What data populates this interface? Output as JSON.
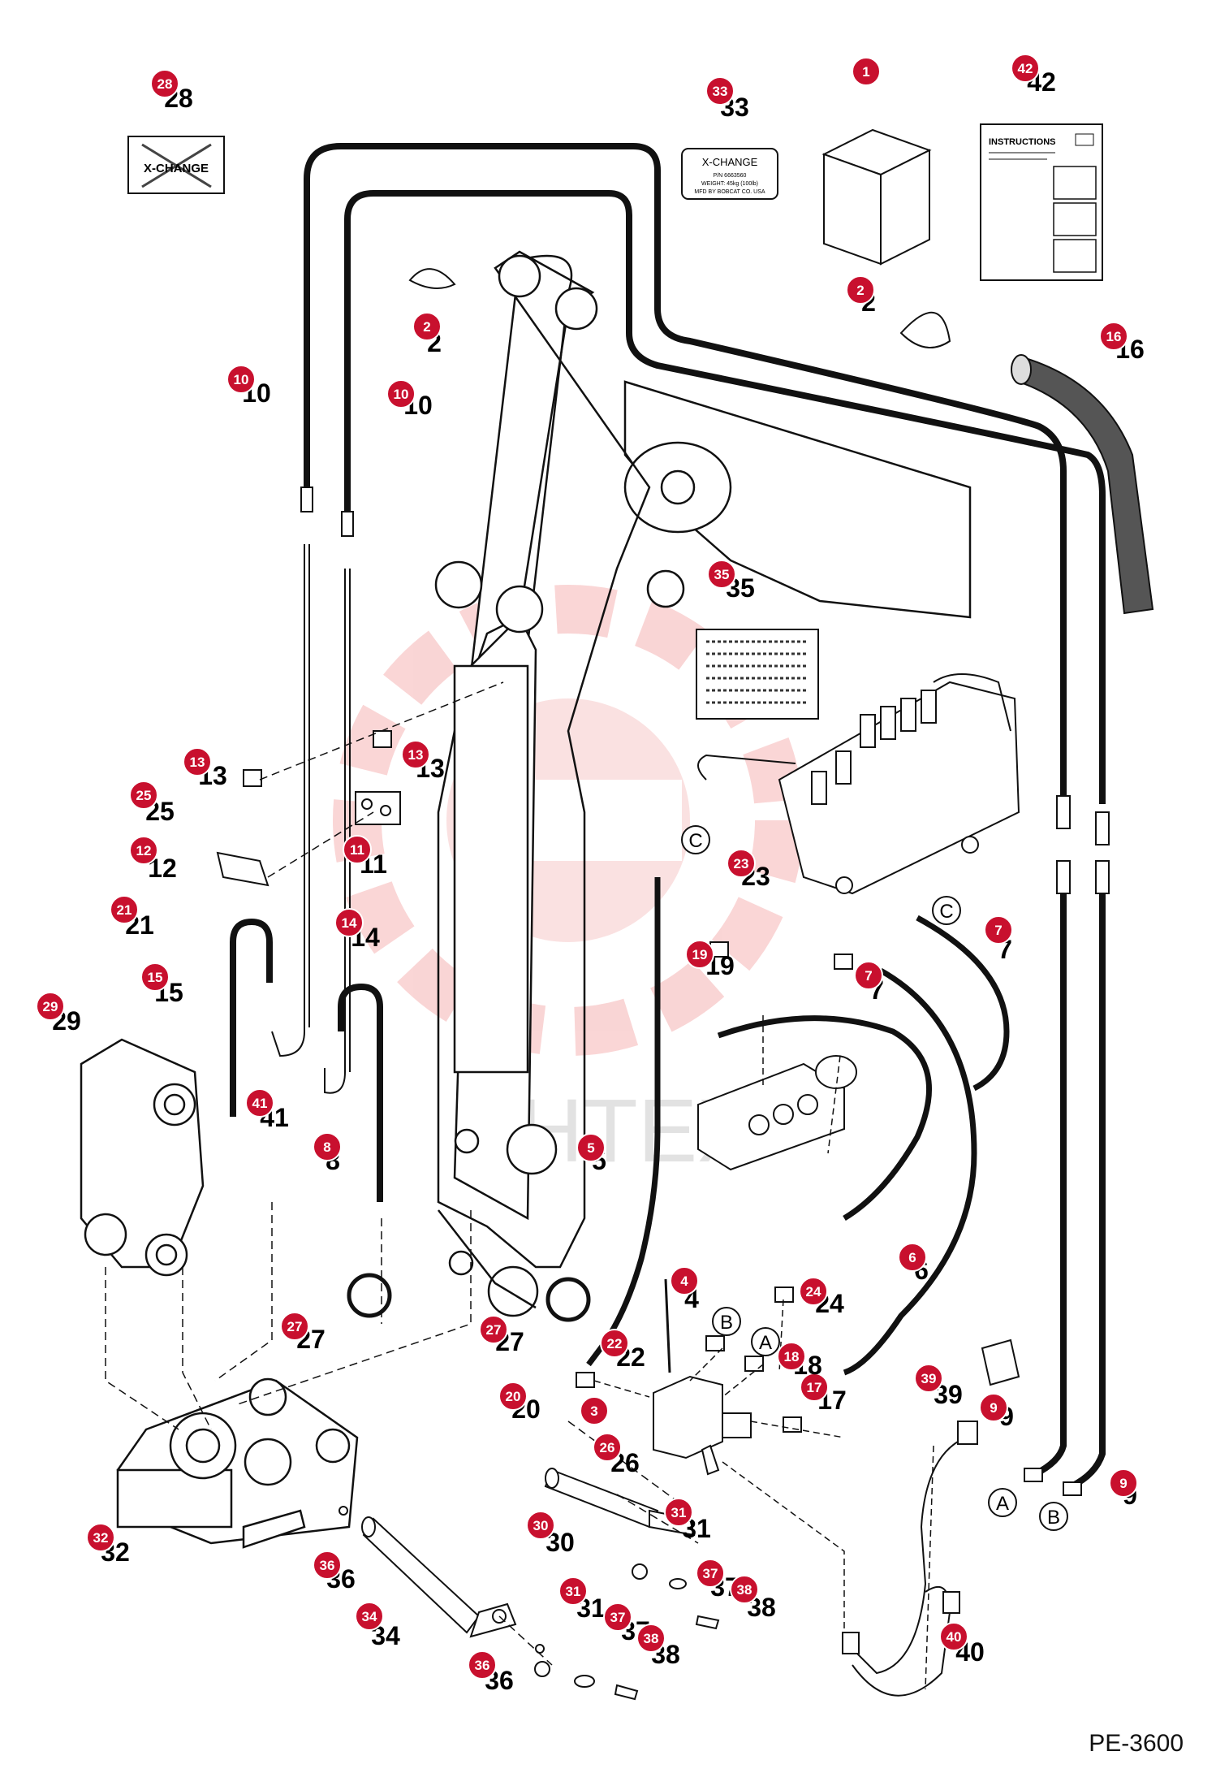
{
  "document_code": "PE-3600",
  "watermark": "ИНТЕХ",
  "colors": {
    "badge": "#c8102e",
    "watermark": "#f3aaaa",
    "line": "#111111"
  },
  "decals": {
    "decal_28": "X-CHANGE",
    "decal_33_title": "X-CHANGE",
    "decal_33_line1": "P/N 6663560",
    "decal_33_line2": "WEIGHT: 45kg (100lb)",
    "decal_33_line3": "MFD BY BOBCAT CO. USA",
    "instructions": "INSTRUCTIONS",
    "port_A": "A",
    "port_B": "B",
    "port_C": "C"
  },
  "callouts": [
    {
      "id": "1",
      "label": ""
    },
    {
      "id": "2",
      "label": "2"
    },
    {
      "id": "2b",
      "label": "2"
    },
    {
      "id": "3",
      "label": ""
    },
    {
      "id": "4",
      "label": "4"
    },
    {
      "id": "5",
      "label": "5"
    },
    {
      "id": "6",
      "label": "6"
    },
    {
      "id": "7",
      "label": "7"
    },
    {
      "id": "7b",
      "label": "7"
    },
    {
      "id": "8",
      "label": "8"
    },
    {
      "id": "9",
      "label": "9"
    },
    {
      "id": "9b",
      "label": "9"
    },
    {
      "id": "10",
      "label": "10"
    },
    {
      "id": "10b",
      "label": "10"
    },
    {
      "id": "11",
      "label": "11"
    },
    {
      "id": "12",
      "label": "12"
    },
    {
      "id": "13",
      "label": "13"
    },
    {
      "id": "13b",
      "label": "13"
    },
    {
      "id": "14",
      "label": "14"
    },
    {
      "id": "15",
      "label": "15"
    },
    {
      "id": "16",
      "label": "16"
    },
    {
      "id": "17",
      "label": "17"
    },
    {
      "id": "18",
      "label": "18"
    },
    {
      "id": "19",
      "label": "19"
    },
    {
      "id": "20",
      "label": "20"
    },
    {
      "id": "21",
      "label": "21"
    },
    {
      "id": "22",
      "label": "22"
    },
    {
      "id": "23",
      "label": "23"
    },
    {
      "id": "24",
      "label": "24"
    },
    {
      "id": "25",
      "label": "25"
    },
    {
      "id": "26",
      "label": "26"
    },
    {
      "id": "27",
      "label": "27"
    },
    {
      "id": "27b",
      "label": "27"
    },
    {
      "id": "28",
      "label": "28"
    },
    {
      "id": "29",
      "label": "29"
    },
    {
      "id": "30",
      "label": "30"
    },
    {
      "id": "31",
      "label": "31"
    },
    {
      "id": "31b",
      "label": "31"
    },
    {
      "id": "32",
      "label": "32"
    },
    {
      "id": "33",
      "label": "33"
    },
    {
      "id": "34",
      "label": "34"
    },
    {
      "id": "35",
      "label": "35"
    },
    {
      "id": "36",
      "label": "36"
    },
    {
      "id": "36b",
      "label": "36"
    },
    {
      "id": "37",
      "label": "37"
    },
    {
      "id": "37b",
      "label": "37"
    },
    {
      "id": "38",
      "label": "38"
    },
    {
      "id": "38b",
      "label": "38"
    },
    {
      "id": "39",
      "label": "39"
    },
    {
      "id": "40",
      "label": "40"
    },
    {
      "id": "41",
      "label": "41"
    },
    {
      "id": "42",
      "label": "42"
    }
  ]
}
